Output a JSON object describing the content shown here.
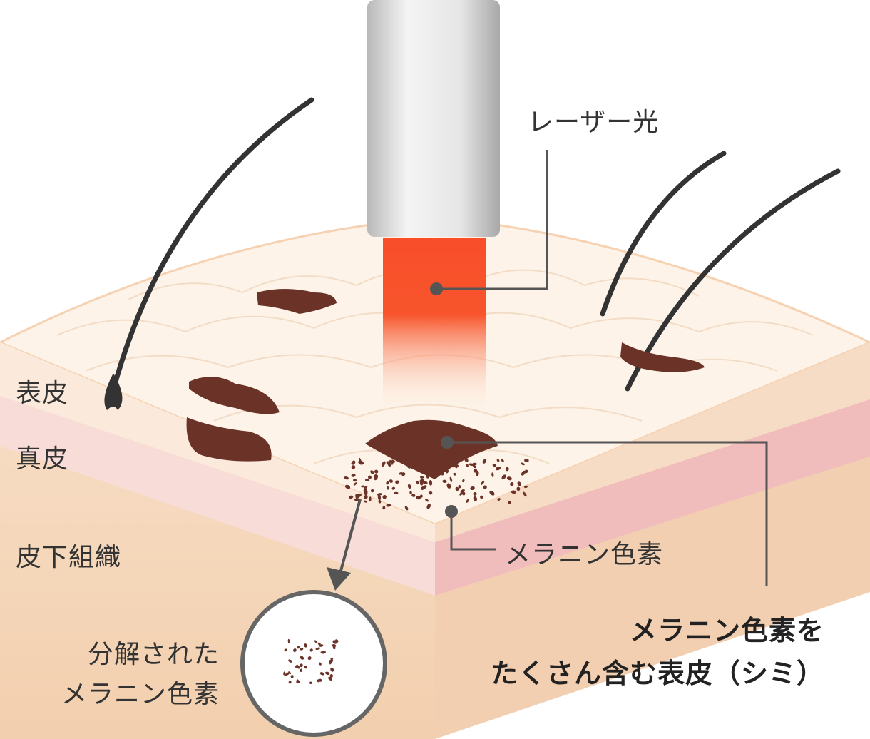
{
  "labels": {
    "laser": "レーザー光",
    "epidermis": "表皮",
    "dermis": "真皮",
    "subcutaneous": "皮下組織",
    "melanin": "メラニン色素",
    "spot_line1": "メラニン色素を",
    "spot_line2": "たくさん含む表皮（シミ）",
    "decomposed_line1": "分解された",
    "decomposed_line2": "メラニン色素"
  },
  "colors": {
    "skin_top": "#fdf1e4",
    "dermis": "#f6d3d3",
    "subcutaneous": "#f5d7bd",
    "melanin": "#6b3328",
    "laser": "#f84e2a",
    "leader": "#555555"
  }
}
